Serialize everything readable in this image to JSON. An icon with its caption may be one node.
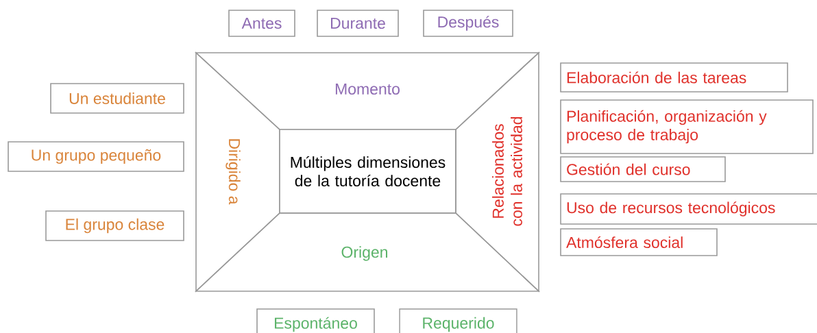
{
  "diagram": {
    "nodes": [
      {
        "text": [
          "Antes"
        ]
      },
      {
        "text": [
          "Durante"
        ]
      },
      {
        "text": [
          "Después"
        ]
      },
      {
        "text": [
          "Momento"
        ]
      },
      {
        "text": [
          "Dirigido a"
        ]
      },
      {
        "text": [
          "Múltiples dimensiones de la tutoría docente"
        ]
      },
      {
        "text": [
          "Relacionados con la actividad"
        ]
      },
      {
        "text": [
          "Origen"
        ]
      },
      {
        "text": [
          "Un estudiante"
        ]
      },
      {
        "text": [
          "Un grupo pequeño"
        ]
      },
      {
        "text": [
          "El grupo clase"
        ]
      },
      {
        "text": [
          "Elaboración de las tareas"
        ]
      },
      {
        "text": [
          "Planificación, organización y proceso de trabajo"
        ]
      },
      {
        "text": [
          "Gestión del curso"
        ]
      },
      {
        "text": [
          "Uso de recursos tecnológicos"
        ]
      },
      {
        "text": [
          "Atmósfera social"
        ]
      },
      {
        "text": [
          "Espontáneo"
        ]
      },
      {
        "text": [
          "Requerido"
        ]
      }
    ]
  }
}
